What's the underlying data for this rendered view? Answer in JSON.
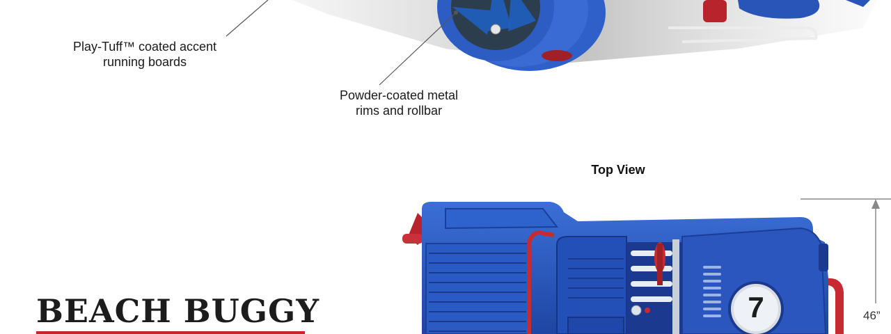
{
  "callouts": {
    "running_boards": [
      "Play-Tuff™ coated accent",
      "running boards"
    ],
    "rims": [
      "Powder-coated metal",
      "rims and rollbar"
    ]
  },
  "top_view": {
    "title": "Top View",
    "dimension": "46”",
    "badge_number": "7"
  },
  "product": {
    "title": "BEACH BUGGY"
  },
  "colors": {
    "body_blue": "#2a55b8",
    "dark_blue": "#17327e",
    "accent_red": "#c8262b",
    "rim_gray": "#2c3d4e"
  }
}
